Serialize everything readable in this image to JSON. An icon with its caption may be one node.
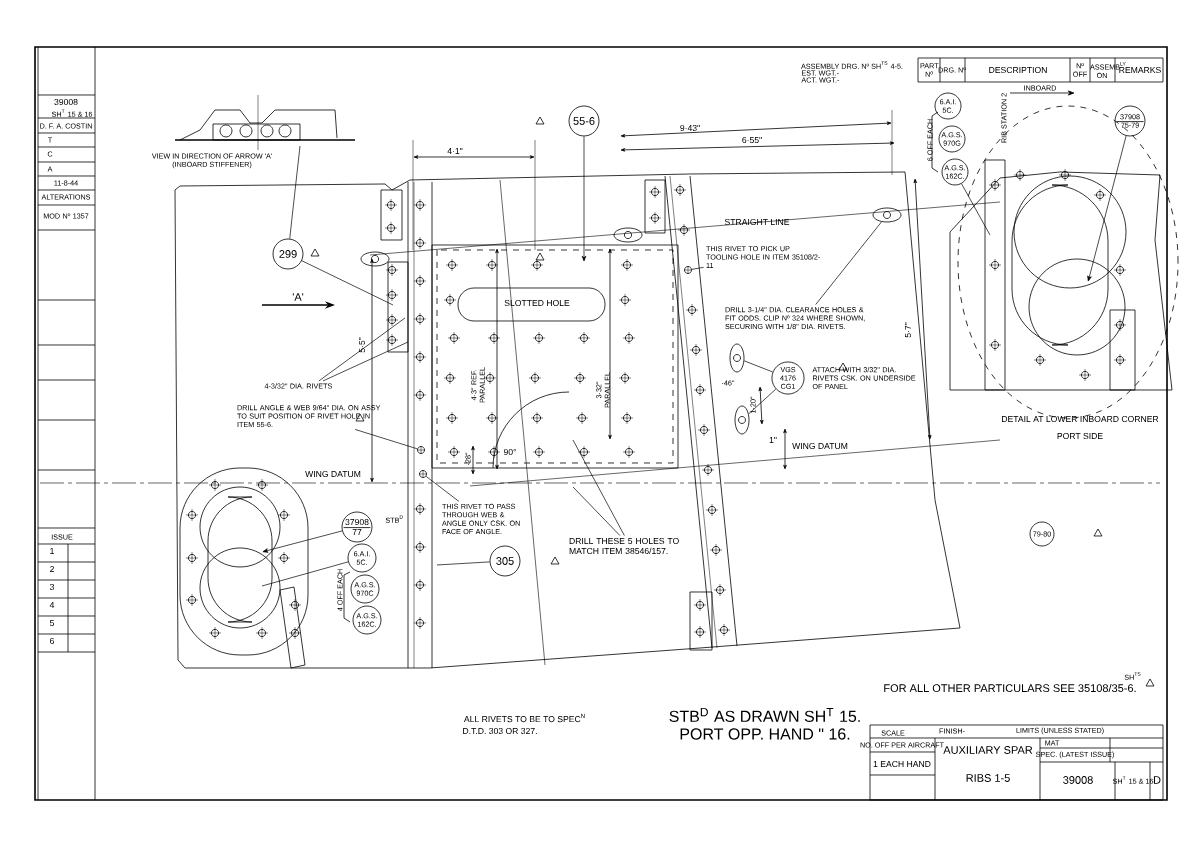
{
  "diagram": {
    "nodes": [
      {
        "text": [
          "299"
        ]
      },
      {
        "text": [
          "55-6"
        ]
      },
      {
        "text": [
          "THIS RIVET TO PICK UP TOOLING HOLE IN ITEM 35108/2-11"
        ]
      },
      {
        "text": [
          "DRILL 3-1/4\" DIA. CLEARANCE HOLES & FIT ODDS. CLIP Nº 324 WHERE SHOWN, SECURING WITH 1/8\" DIA. RIVETS."
        ]
      },
      {
        "text": [
          "VGS 4176 CG1"
        ],
        "beside": [
          "ATTACH WITH 3/32\" DIA. RIVETS CSK. ON UNDERSIDE OF PANEL"
        ]
      },
      {
        "text": [
          "6.A.I. 5C."
        ]
      },
      {
        "text": [
          "A.G.S. 970G"
        ]
      },
      {
        "text": [
          "A.G.S. 162C."
        ]
      },
      {
        "text": [
          "37908",
          "75-79"
        ]
      },
      {
        "text": [
          "4-3/32\" DIA. RIVETS"
        ]
      },
      {
        "text": [
          "DRILL ANGLE & WEB 9/64\" DIA. ON ASSY TO SUIT POSITION OF RIVET HOLE IN ITEM 55-6."
        ]
      },
      {
        "text": [
          "THIS RIVET TO PASS THROUGH WEB & ANGLE ONLY CSK. ON FACE OF ANGLE."
        ]
      },
      {
        "text": [
          "37908",
          "77"
        ],
        "beside": [
          "STB$^{D}$"
        ]
      },
      {
        "text": [
          "6.A.I. 5C."
        ]
      },
      {
        "text": [
          "A.G.S. 970C"
        ]
      },
      {
        "text": [
          "A.G.S. 162C."
        ]
      },
      {
        "text": [
          "305"
        ]
      },
      {
        "text": [
          "DRILL THESE 5 HOLES TO MATCH ITEM 38546/157."
        ]
      },
      {
        "text": [
          "79-80"
        ]
      },
      {
        "text": [],
        "shape": "ellipse"
      },
      {
        "text": [],
        "shape": "ellipse"
      },
      {
        "text": [],
        "shape": "ellipse"
      },
      {
        "text": [],
        "shape": "circle"
      },
      {
        "text": [],
        "shape": "circle"
      },
      {
        "text": [],
        "shape": "circle"
      }
    ],
    "edges": [
      {
        "from": 0,
        "to": null,
        "arrow": "none"
      },
      {
        "from": 0,
        "to": null,
        "arrow": "none"
      },
      {
        "from": 1,
        "to": null,
        "arrow": "to"
      },
      {
        "from": 2,
        "to": 22,
        "arrow": "none"
      },
      {
        "from": 3,
        "to": 19,
        "arrow": "none"
      },
      {
        "from": 4,
        "to": 20,
        "arrow": "none"
      },
      {
        "from": 4,
        "to": 21,
        "arrow": "none"
      },
      {
        "from": 7,
        "to": null,
        "arrow": "none"
      },
      {
        "from": 8,
        "to": null,
        "arrow": "to"
      },
      {
        "from": 9,
        "to": null,
        "arrow": "none"
      },
      {
        "from": 9,
        "to": null,
        "arrow": "none"
      },
      {
        "from": 10,
        "to": 24,
        "arrow": "none"
      },
      {
        "from": 11,
        "to": 23,
        "arrow": "none"
      },
      {
        "from": 12,
        "to": null,
        "arrow": "to"
      },
      {
        "from": 13,
        "to": null,
        "arrow": "none"
      },
      {
        "from": 16,
        "to": null,
        "arrow": "none"
      },
      {
        "from": 17,
        "to": null,
        "arrow": "none"
      },
      {
        "from": 17,
        "to": null,
        "arrow": "none"
      }
    ],
    "labels": [
      "39008",
      "SH$^{T}$ 15 & 16",
      "D. F. A. COSTIN",
      "T",
      "C",
      "A",
      "11-8-44",
      "ALTERATIONS",
      "MOD Nº 1357",
      "ASSEMBLY DRG. Nº SH$^{TS}$ 4-5.",
      "EST. WGT.-",
      "ACT. WGT.-",
      "PART Nº",
      "DRG. Nº",
      "DESCRIPTION",
      "Nº OFF",
      "ASSEMB$^{LY}$ ON",
      "REMARKS",
      "VIEW IN DIRECTION OF ARROW 'A'",
      "(INBOARD STIFFENER)",
      "4·1\"",
      "9·43\"",
      "6·55\"",
      "'A'",
      "SLOTTED HOLE",
      "STRAIGHT LINE",
      "5·5\"",
      "4·3\" REF. PARALLEL",
      "3·32\" PARALLEL",
      "5·7\"",
      "1·20\"",
      "·46\"",
      "1\"",
      "·28\"",
      "90°",
      "WING DATUM",
      "WING DATUM",
      "INBOARD",
      "RIB STATION 2",
      "6 OFF EACH",
      "DETAIL AT LOWER INBOARD CORNER",
      "PORT SIDE",
      "4 OFF EACH",
      "SH$^{TS}$",
      "FOR ALL OTHER PARTICULARS SEE 35108/35-6.",
      "ALL RIVETS TO BE TO SPEC$^{N}$",
      "D.T.D. 303 OR 327.",
      "STB$^{D}$ AS DRAWN SH$^{T}$ 15.",
      "PORT OPP. HAND \" 16.",
      "SCALE",
      "FINISH-",
      "LIMITS (UNLESS STATED)",
      "NO. OFF PER AIRCRAFT",
      "1 EACH HAND",
      "AUXILIARY SPAR",
      "RIBS 1-5",
      "MAT",
      "SPEC. (LATEST ISSUE)",
      "39008",
      "SH$^{T}$ 15 & 16",
      "D",
      "ISSUE",
      "1",
      "2",
      "3",
      "4",
      "5",
      "6"
    ]
  }
}
